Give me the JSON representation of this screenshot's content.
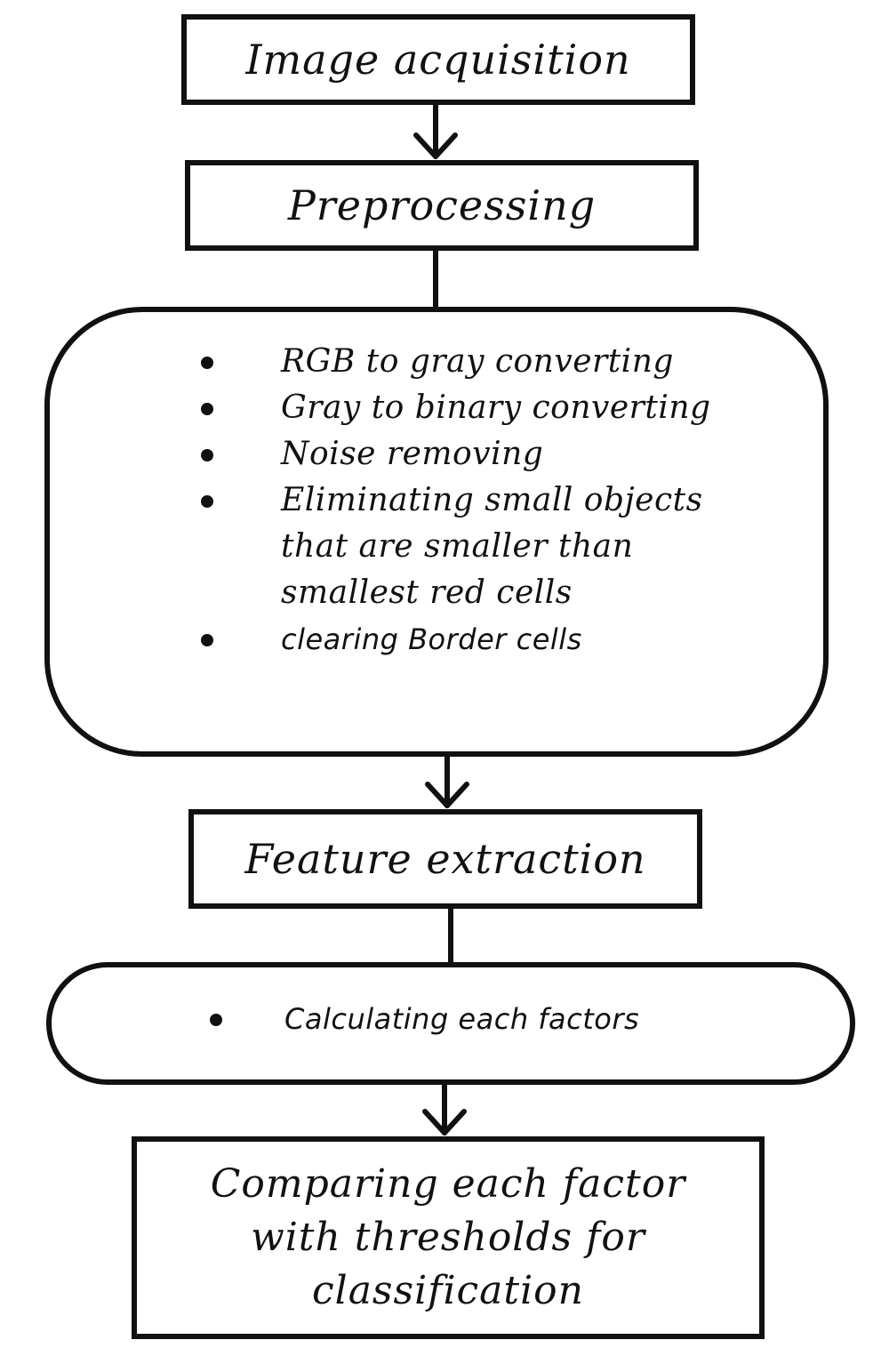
{
  "flowchart": {
    "step1": "Image acquisition",
    "step2": "Preprocessing",
    "preprocessing_steps": [
      "RGB to gray converting",
      "Gray to  binary converting",
      "Noise removing",
      "Eliminating small objects that are smaller than smallest red cells",
      "clearing Border cells"
    ],
    "step3": "Feature extraction",
    "feature_steps": [
      "Calculating each factors"
    ],
    "step4_lines": [
      "Comparing each factor",
      "with thresholds for",
      "classification"
    ]
  }
}
